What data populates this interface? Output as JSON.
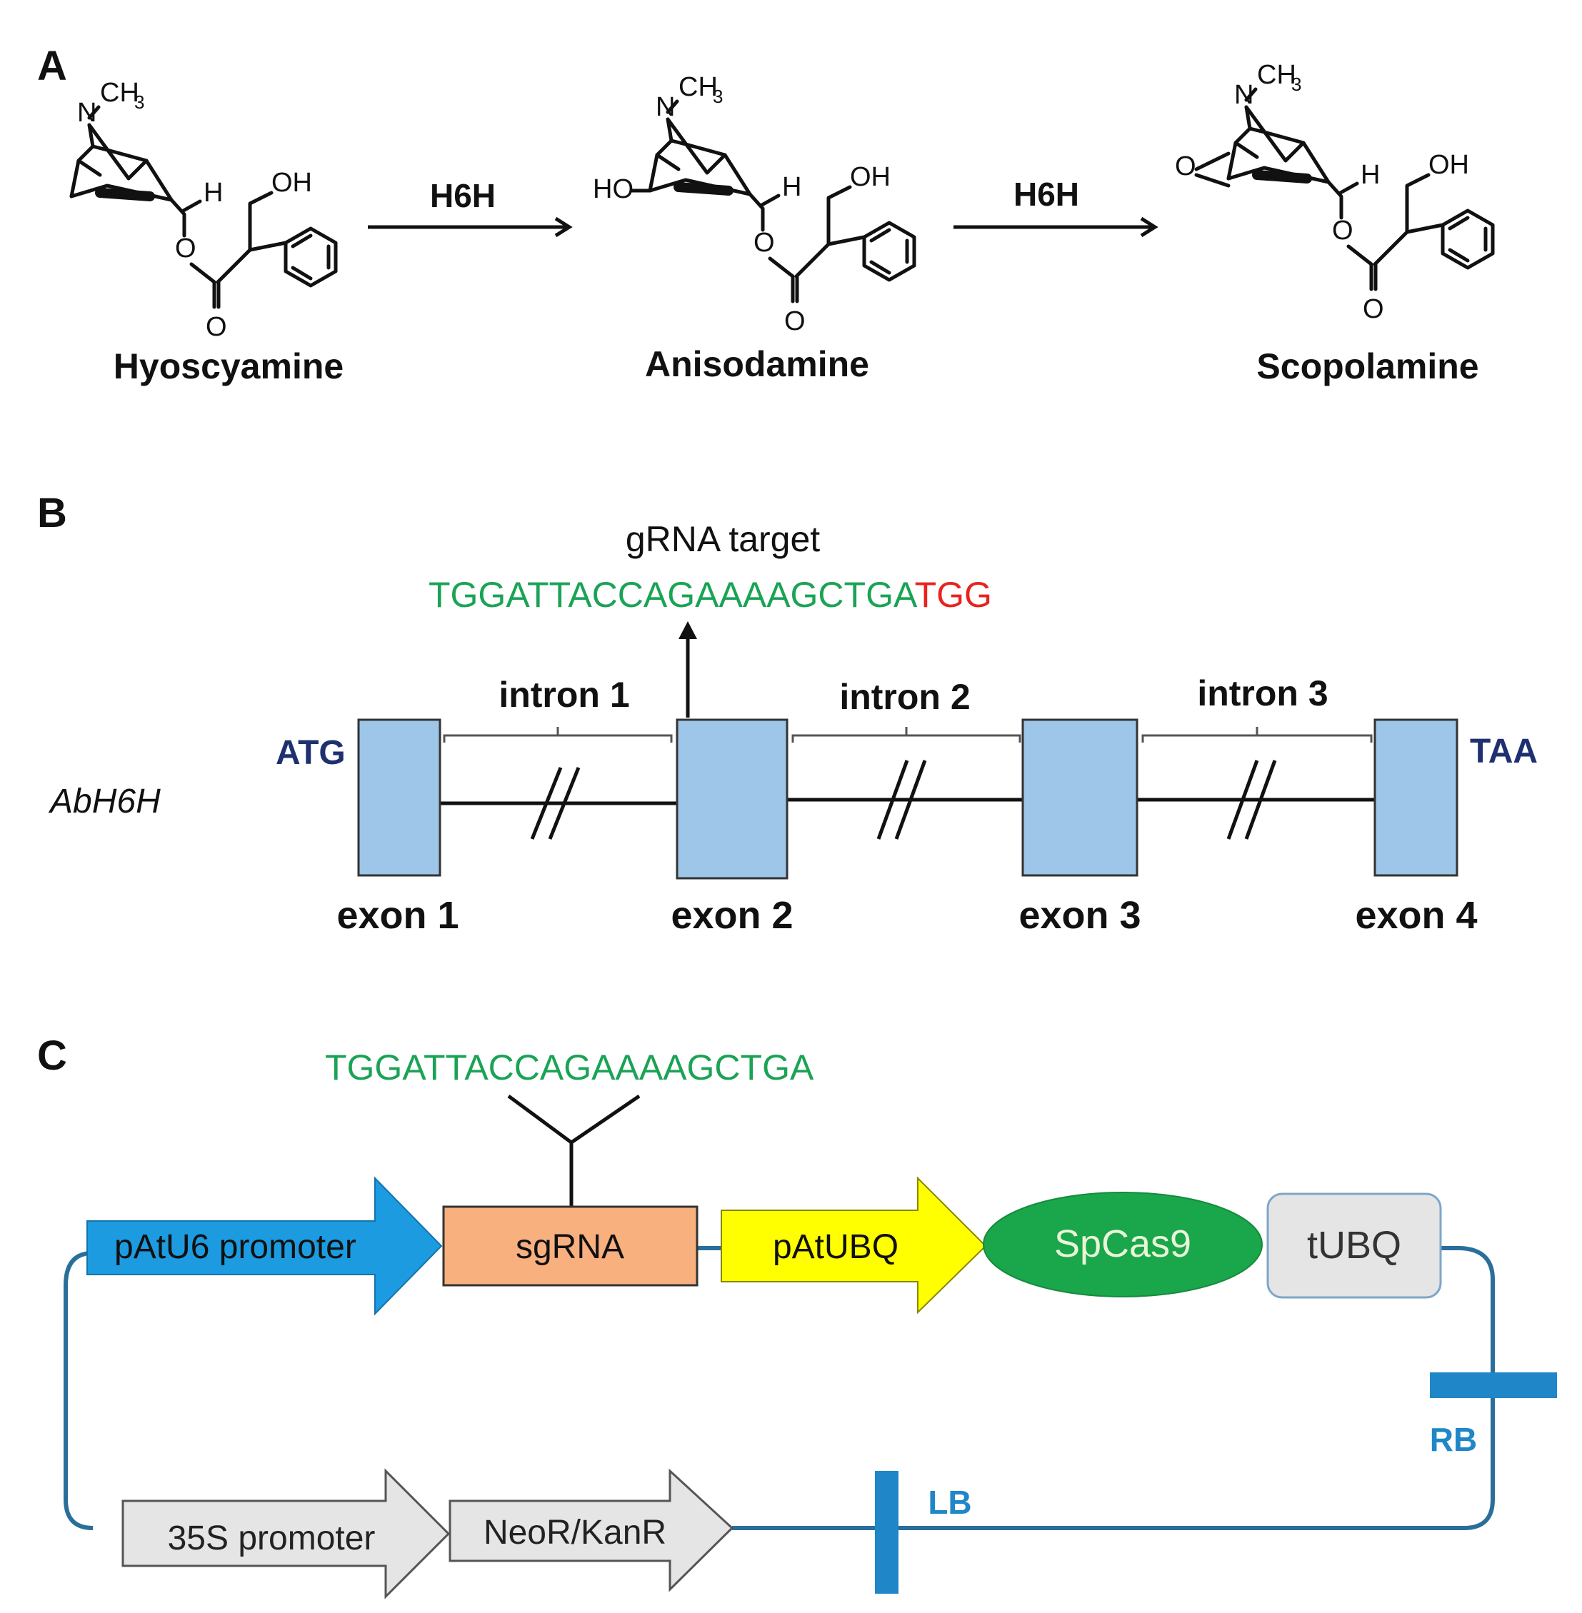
{
  "panel_a": {
    "letter": "A",
    "compounds": [
      {
        "name": "Hyoscyamine"
      },
      {
        "name": "Anisodamine"
      },
      {
        "name": "Scopolamine"
      }
    ],
    "enzyme": "H6H",
    "atoms": {
      "n": "N",
      "ch": "CH",
      "three": "3",
      "oh": "OH",
      "h": "H",
      "o": "O",
      "ho": "HO"
    }
  },
  "panel_b": {
    "letter": "B",
    "gene_name": "AbH6H",
    "target_title": "gRNA target",
    "target_sequence": "TGGATTACCAGAAAAGCTGA",
    "pam": "TGG",
    "start_codon": "ATG",
    "stop_codon": "TAA",
    "exons": [
      "exon 1",
      "exon 2",
      "exon 3",
      "exon 4"
    ],
    "introns": [
      "intron 1",
      "intron 2",
      "intron 3"
    ],
    "colors": {
      "exon": "#9dc6e8",
      "sequence": "#1aa355",
      "pam": "#e8231f",
      "codon": "#1f3070"
    }
  },
  "panel_c": {
    "letter": "C",
    "insert_sequence": "TGGATTACCAGAAAAGCTGA",
    "parts": [
      {
        "label": "pAtU6  promoter",
        "color": "#1c9be0"
      },
      {
        "label": "sgRNA",
        "color": "#f9b07f"
      },
      {
        "label": "pAtUBQ",
        "color": "#ffff00"
      },
      {
        "label": "SpCas9",
        "color": "#1aa64a"
      },
      {
        "label": "tUBQ",
        "color": "#e5e5e5"
      },
      {
        "label": "35S promoter",
        "color": "#e5e5e5"
      },
      {
        "label": "NeoR/KanR",
        "color": "#e5e5e5"
      }
    ],
    "borders": {
      "rb": "RB",
      "lb": "LB",
      "color": "#1f87c8"
    },
    "backbone_color": "#2a6f9a"
  }
}
